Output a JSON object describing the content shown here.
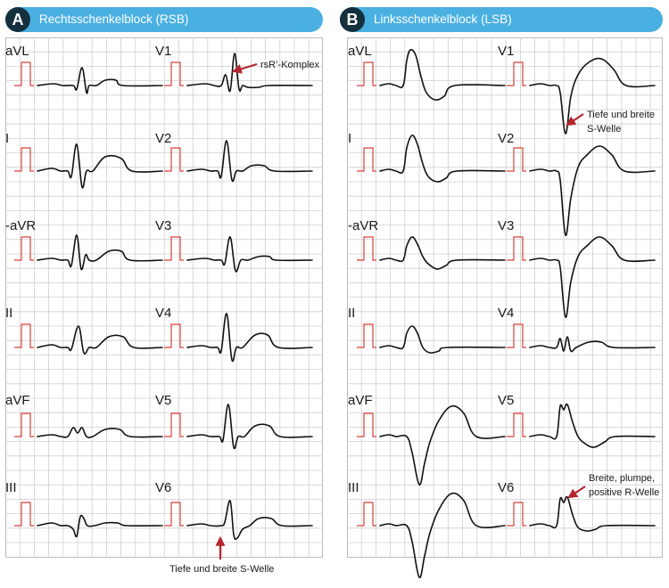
{
  "colors": {
    "header": "#4ab0e2",
    "badge": "#15303d",
    "grid": "#cfcfcf",
    "calibration": "#d9413b",
    "trace": "#111111",
    "arrow": "#b3262f"
  },
  "panels": [
    {
      "badge": "A",
      "title": "Rechtsschenkelblock (RSB)",
      "leads": [
        {
          "label": "aVL",
          "pattern": "rsb_avl"
        },
        {
          "label": "V1",
          "pattern": "rsb_v1"
        },
        {
          "label": "I",
          "pattern": "rsb_i"
        },
        {
          "label": "V2",
          "pattern": "rsb_v2"
        },
        {
          "label": "-aVR",
          "pattern": "rsb_avr"
        },
        {
          "label": "V3",
          "pattern": "rsb_v3"
        },
        {
          "label": "II",
          "pattern": "rsb_ii"
        },
        {
          "label": "V4",
          "pattern": "rsb_v4"
        },
        {
          "label": "aVF",
          "pattern": "rsb_avf"
        },
        {
          "label": "V5",
          "pattern": "rsb_v5"
        },
        {
          "label": "III",
          "pattern": "rsb_iii"
        },
        {
          "label": "V6",
          "pattern": "rsb_v6"
        }
      ],
      "annotations": [
        {
          "lines": [
            "rsR’-Komplex"
          ]
        },
        {
          "lines": [
            "Tiefe und breite S-Welle"
          ]
        }
      ]
    },
    {
      "badge": "B",
      "title": "Linksschenkelblock (LSB)",
      "leads": [
        {
          "label": "aVL",
          "pattern": "lsb_avl"
        },
        {
          "label": "V1",
          "pattern": "lsb_v1"
        },
        {
          "label": "I",
          "pattern": "lsb_i"
        },
        {
          "label": "V2",
          "pattern": "lsb_v2"
        },
        {
          "label": "-aVR",
          "pattern": "lsb_avr"
        },
        {
          "label": "V3",
          "pattern": "lsb_v3"
        },
        {
          "label": "II",
          "pattern": "lsb_ii"
        },
        {
          "label": "V4",
          "pattern": "lsb_v4"
        },
        {
          "label": "aVF",
          "pattern": "lsb_avf"
        },
        {
          "label": "V5",
          "pattern": "lsb_v5"
        },
        {
          "label": "III",
          "pattern": "lsb_iii"
        },
        {
          "label": "V6",
          "pattern": "lsb_v6"
        }
      ],
      "annotations": [
        {
          "lines": [
            "Tiefe und breite",
            "S-Welle"
          ]
        },
        {
          "lines": [
            "Breite, plumpe,",
            "positive R-Welle"
          ]
        }
      ]
    }
  ]
}
